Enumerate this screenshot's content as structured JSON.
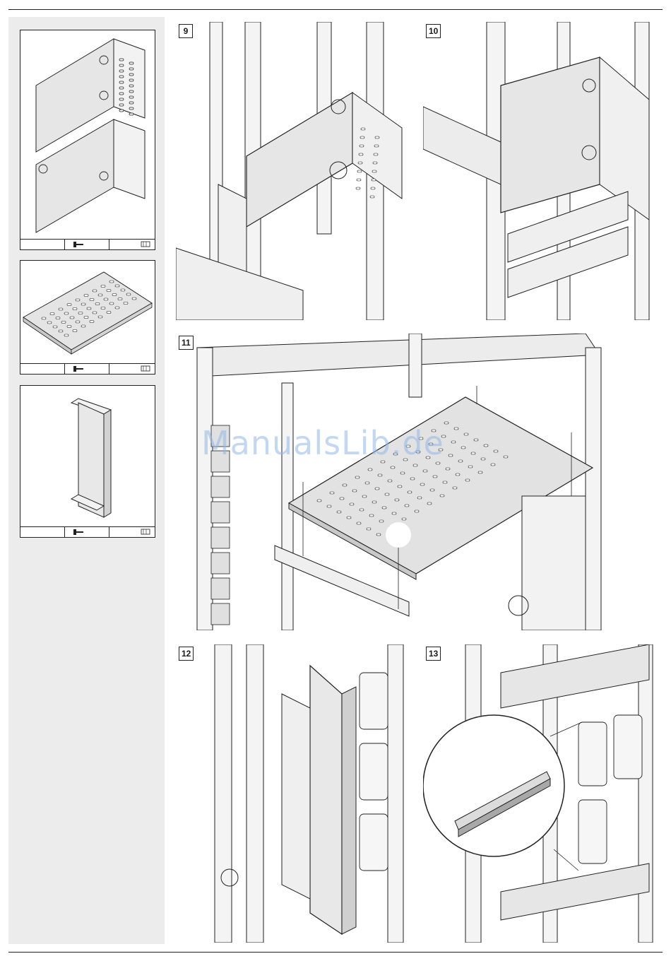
{
  "steps": [
    {
      "id": "step-9",
      "number": "9"
    },
    {
      "id": "step-10",
      "number": "10"
    },
    {
      "id": "step-11",
      "number": "11"
    },
    {
      "id": "step-12",
      "number": "12"
    },
    {
      "id": "step-13",
      "number": "13"
    }
  ],
  "watermark": "ManualsLib.de",
  "parts": [
    {
      "name": "mounting-bracket-set",
      "icons": [
        "screw-icon",
        "hex-key-icon"
      ]
    },
    {
      "name": "perforated-mounting-plate",
      "icons": [
        "screw-icon",
        "hex-key-icon"
      ]
    },
    {
      "name": "u-profile-cover",
      "icons": [
        "screw-icon",
        "hex-key-icon"
      ]
    }
  ],
  "colors": {
    "line": "#222222",
    "sidebar": "#ececec",
    "metal": "#e4e4e4",
    "shade": "#c8c8c8"
  }
}
